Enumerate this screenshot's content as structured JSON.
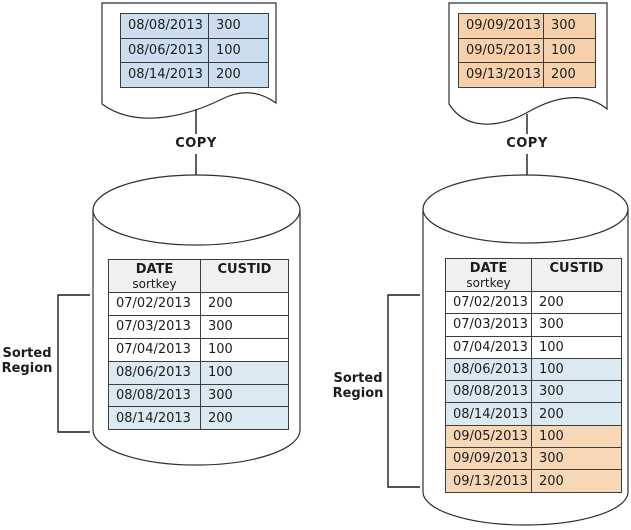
{
  "colors": {
    "source_highlight_blue": "#cbdeef",
    "disk_highlight_blue": "#dbe9f3",
    "source_highlight_orange": "#f6d0aa",
    "disk_highlight_orange": "#f8d7b6",
    "table_header_bg": "#f0f0f0",
    "line": "#3d3d3d"
  },
  "left": {
    "copy_label": "COPY",
    "sorted_region": {
      "line1": "Sorted",
      "line2": "Region"
    },
    "source": {
      "rows": [
        {
          "date": "08/08/2013",
          "custid": "300"
        },
        {
          "date": "08/06/2013",
          "custid": "100"
        },
        {
          "date": "08/14/2013",
          "custid": "200"
        }
      ]
    },
    "disk": {
      "header": {
        "date": "DATE",
        "sortkey": "sortkey",
        "custid": "CUSTID"
      },
      "rows": [
        {
          "date": "07/02/2013",
          "custid": "200",
          "highlight": "none"
        },
        {
          "date": "07/03/2013",
          "custid": "300",
          "highlight": "none"
        },
        {
          "date": "07/04/2013",
          "custid": "100",
          "highlight": "none"
        },
        {
          "date": "08/06/2013",
          "custid": "100",
          "highlight": "blue"
        },
        {
          "date": "08/08/2013",
          "custid": "300",
          "highlight": "blue"
        },
        {
          "date": "08/14/2013",
          "custid": "200",
          "highlight": "blue"
        }
      ]
    }
  },
  "right": {
    "copy_label": "COPY",
    "sorted_region": {
      "line1": "Sorted",
      "line2": "Region"
    },
    "source": {
      "rows": [
        {
          "date": "09/09/2013",
          "custid": "300"
        },
        {
          "date": "09/05/2013",
          "custid": "100"
        },
        {
          "date": "09/13/2013",
          "custid": "200"
        }
      ]
    },
    "disk": {
      "header": {
        "date": "DATE",
        "sortkey": "sortkey",
        "custid": "CUSTID"
      },
      "rows": [
        {
          "date": "07/02/2013",
          "custid": "200",
          "highlight": "none"
        },
        {
          "date": "07/03/2013",
          "custid": "300",
          "highlight": "none"
        },
        {
          "date": "07/04/2013",
          "custid": "100",
          "highlight": "none"
        },
        {
          "date": "08/06/2013",
          "custid": "100",
          "highlight": "blue"
        },
        {
          "date": "08/08/2013",
          "custid": "300",
          "highlight": "blue"
        },
        {
          "date": "08/14/2013",
          "custid": "200",
          "highlight": "blue"
        },
        {
          "date": "09/05/2013",
          "custid": "100",
          "highlight": "orange"
        },
        {
          "date": "09/09/2013",
          "custid": "300",
          "highlight": "orange"
        },
        {
          "date": "09/13/2013",
          "custid": "200",
          "highlight": "orange"
        }
      ]
    }
  }
}
